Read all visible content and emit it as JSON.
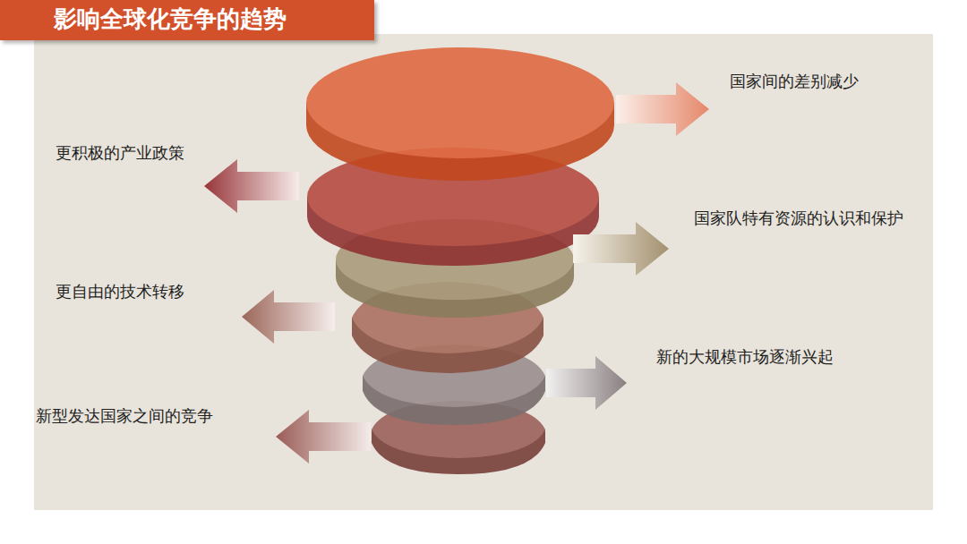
{
  "diagram": {
    "title": "影响全球化竞争的趋势",
    "labels": [
      "国家间的差别减少",
      "更积极的产业政策",
      "国家队特有资源的认识和保护",
      "更自由的技术转移",
      "新的大规模市场逐渐兴起",
      "新型发达国家之间的竞争"
    ]
  }
}
